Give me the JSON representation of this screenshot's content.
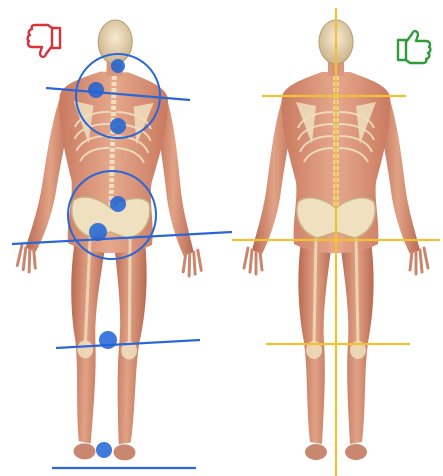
{
  "figures": [
    {
      "id": "misaligned",
      "verdict": "bad",
      "verdict_icon": "thumbs-down-icon",
      "verdict_color": "#d6333b",
      "marker_color": "#1f63d6",
      "line_color": "#2a66d8"
    },
    {
      "id": "aligned",
      "verdict": "good",
      "verdict_icon": "thumbs-up-icon",
      "verdict_color": "#2f9b3a",
      "line_color": "#f2c035"
    }
  ],
  "palette": {
    "muscle": "#d9967b",
    "muscle_dark": "#b7654e",
    "skin_light": "#efc0a6",
    "bone": "#efe0c0",
    "bone_dark": "#c8ad82",
    "background": "#ffffff"
  }
}
